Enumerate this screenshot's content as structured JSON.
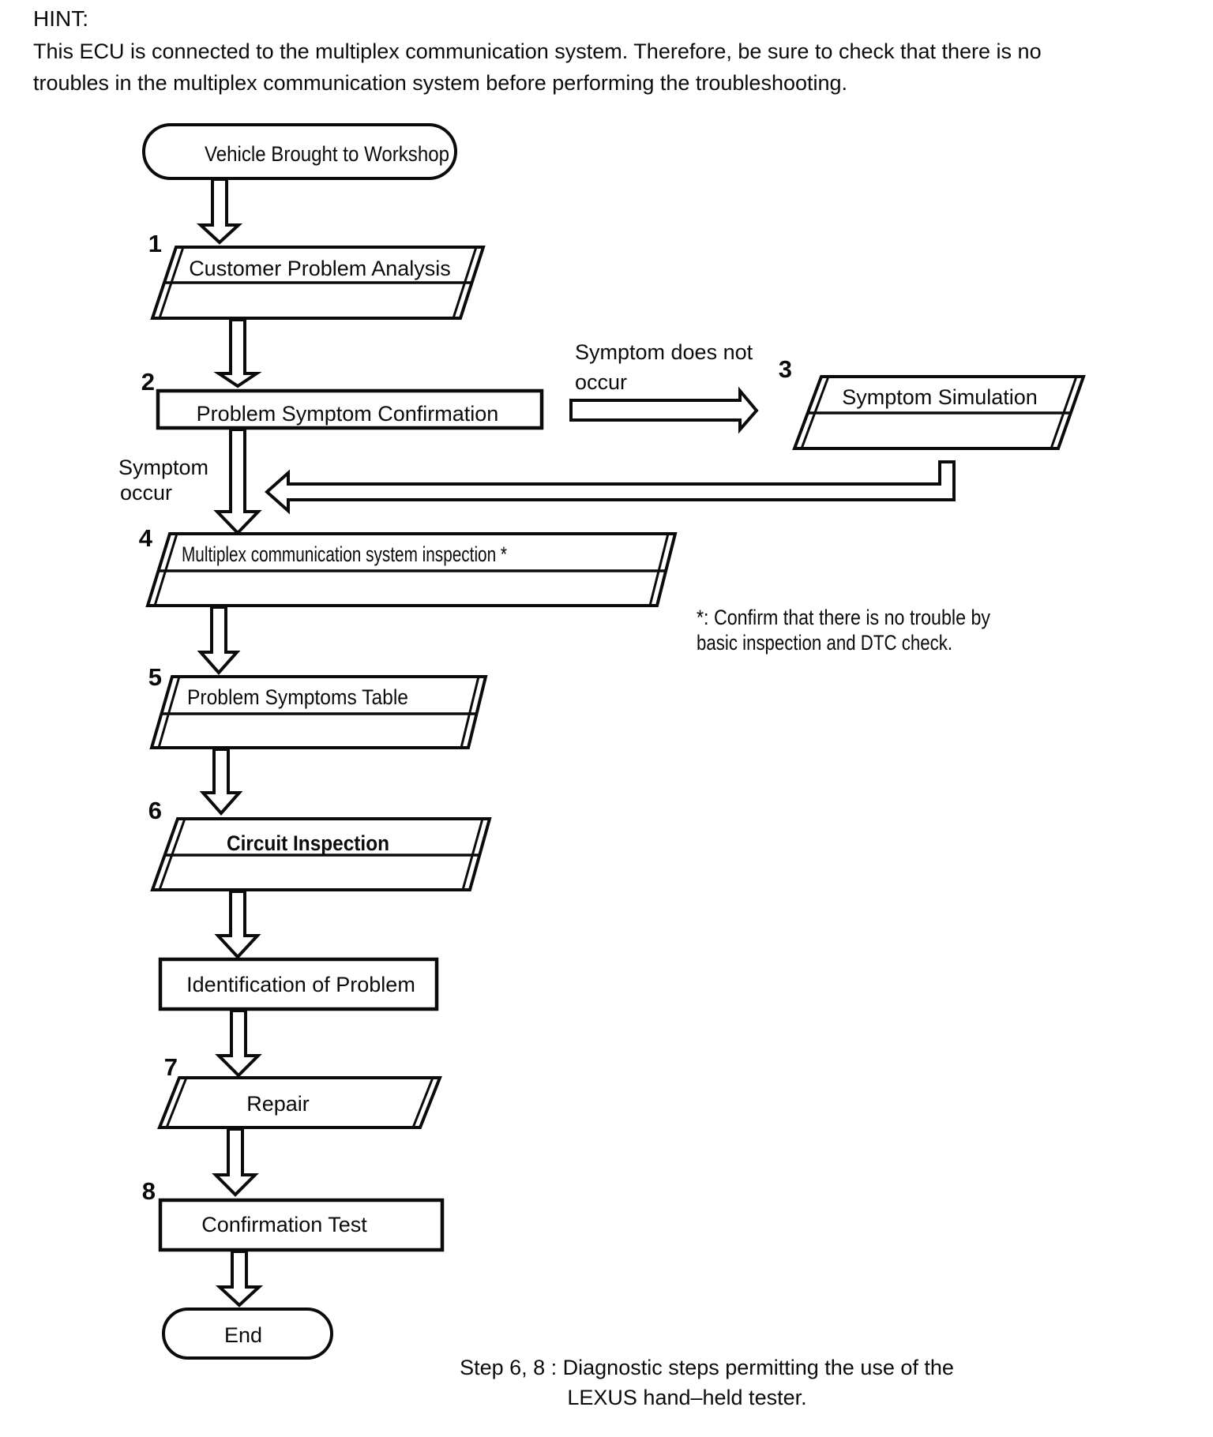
{
  "page": {
    "background": "#ffffff",
    "ink": "#0b0b0b"
  },
  "hint": {
    "title": "HINT:",
    "line1": "This ECU is connected to the multiplex communication system. Therefore, be sure to check that there is no",
    "line2": "troubles in the multiplex communication system before performing the troubleshooting."
  },
  "nodes": {
    "start": {
      "label": "Vehicle Brought to Workshop"
    },
    "step1": {
      "number": "1",
      "label": "Customer Problem Analysis"
    },
    "step2": {
      "number": "2",
      "label": "Problem Symptom Confirmation"
    },
    "step3": {
      "number": "3",
      "label": "Symptom Simulation"
    },
    "step4": {
      "number": "4",
      "label": "Multiplex communication system inspection *"
    },
    "step5": {
      "number": "5",
      "label": "Problem Symptoms Table"
    },
    "step6": {
      "number": "6",
      "label": "Circuit Inspection"
    },
    "identification": {
      "label": "Identification of Problem"
    },
    "step7": {
      "number": "7",
      "label": "Repair"
    },
    "step8": {
      "number": "8",
      "label": "Confirmation Test"
    },
    "end": {
      "label": "End"
    }
  },
  "edge_labels": {
    "symptom_does_not_occur": {
      "line1": "Symptom does not",
      "line2": "occur"
    },
    "symptom_occur": {
      "line1": "Symptom",
      "line2": "occur"
    }
  },
  "notes": {
    "asterisk_line1": "*: Confirm that there is no trouble by",
    "asterisk_line2": "basic inspection and DTC check.",
    "caption_line1": "Step 6, 8 : Diagnostic steps permitting the use of the",
    "caption_line2": "LEXUS hand–held tester."
  }
}
